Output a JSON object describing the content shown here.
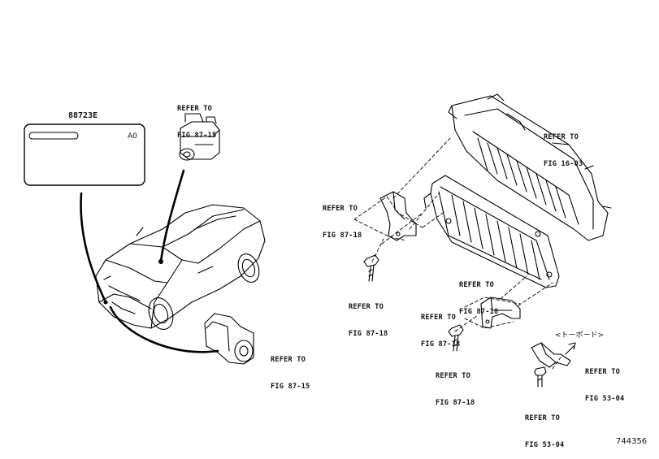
{
  "part_label": {
    "number": "88723E",
    "code": "A0"
  },
  "callouts": {
    "refer_prefix": "REFER TO",
    "sensor_top": "FIG 87-15",
    "sensor_bottom": "FIG 87-15",
    "radiator": "FIG 16-03",
    "bracket_upper": "FIG 87-18",
    "bolt_upper": "FIG 87-18",
    "condenser": "FIG 87-18",
    "bracket_lower": "FIG 87-18",
    "bolt_lower": "FIG 87-18",
    "small_bracket": "FIG 53-04",
    "small_bolt": "FIG 53-04"
  },
  "toe_board_note": "<トーボード>",
  "figure_number": "744356"
}
